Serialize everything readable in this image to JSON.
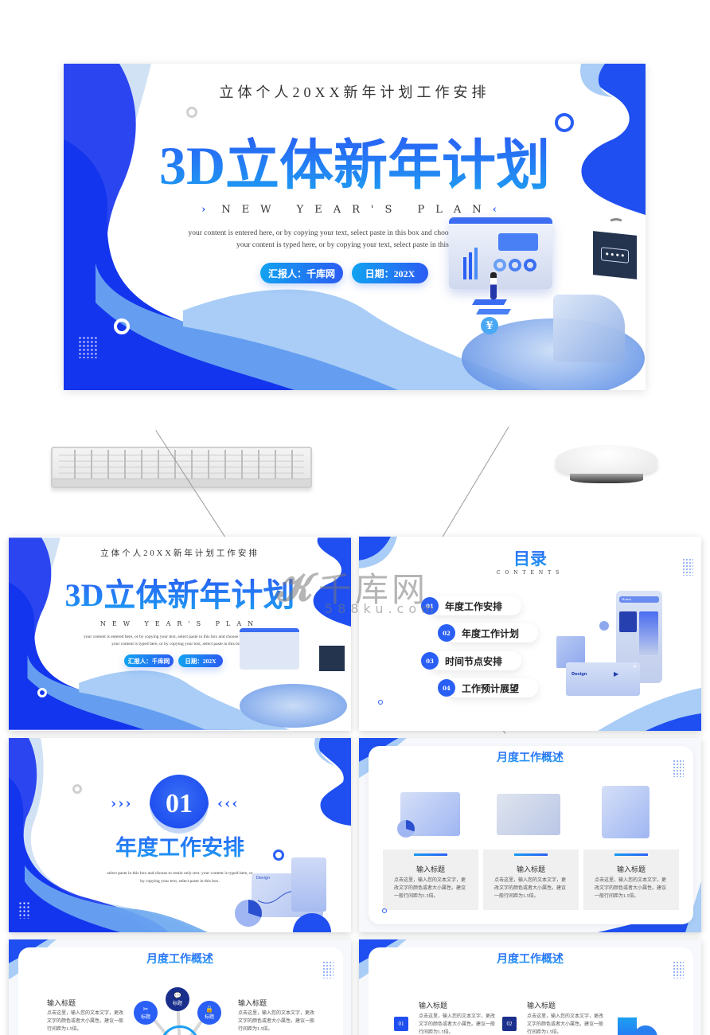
{
  "main_slide": {
    "subtitle": "立体个人20XX新年计划工作安排",
    "title": "3D立体新年计划",
    "english_title": "NEW YEAR'S PLAN",
    "body": "your content is entered here, or by copying your text, select paste in this box and choose to retain only text. your content is typed here, or by copying your text, select paste in this box.",
    "reporter_pill": "汇报人：千库网",
    "date_pill": "日期：202X",
    "illustration": {
      "yen_symbol": "¥",
      "chat_dots": "••••"
    }
  },
  "thumbnails": {
    "cover": {
      "subtitle": "立体个人20XX新年计划工作安排",
      "title": "3D立体新年计划",
      "english_title": "NEW YEAR'S PLAN",
      "body": "your content is entered here, or by copying your text, select paste in this box and choose to retain only text. your content is typed here, or by copying your text, select paste in this box.",
      "reporter_pill": "汇报人：千库网",
      "date_pill": "日期：202X"
    },
    "contents": {
      "title": "目录",
      "subtitle": "CONTENTS",
      "items": [
        {
          "num": "01",
          "label": "年度工作安排"
        },
        {
          "num": "02",
          "label": "年度工作计划"
        },
        {
          "num": "03",
          "label": "时间节点安排"
        },
        {
          "num": "04",
          "label": "工作预计展望"
        }
      ],
      "design_label": "Design",
      "home_label": "Home"
    },
    "section": {
      "number": "01",
      "title": "年度工作安排",
      "arrows_left": "›››",
      "arrows_right": "‹‹‹",
      "body": "select paste in this box and choose to retain only text. your content is typed here, or by copying your text, select paste in this box.",
      "design_label": "Design"
    },
    "overview_cards": {
      "title": "月度工作概述",
      "cards": [
        {
          "heading": "输入标题",
          "text": "点击这里，输入您的文本文字，更改文字的颜色或者大小属性。建议一般行间距为1.5倍。"
        },
        {
          "heading": "输入标题",
          "text": "点击这里，输入您的文本文字，更改文字的颜色或者大小属性。建议一般行间距为1.5倍。"
        },
        {
          "heading": "输入标题",
          "text": "点击这里，输入您的文本文字，更改文字的颜色或者大小属性。建议一般行间距为1.5倍。"
        }
      ]
    },
    "overview_fan": {
      "title": "月度工作概述",
      "left": {
        "heading": "输入标题",
        "text": "点击这里，输入您的文本文字，更改文字的颜色或者大小属性。建议一般行间距为1.5倍。"
      },
      "right": {
        "heading": "输入标题",
        "text": "点击这里，输入您的文本文字，更改文字的颜色或者大小属性。建议一般行间距为1.5倍。"
      },
      "nodes": [
        "标题",
        "标题",
        "标题"
      ]
    },
    "overview_list": {
      "title": "月度工作概述",
      "items": [
        {
          "num": "01",
          "heading": "输入标题",
          "text": "点击这里，输入您的文本文字，更改文字的颜色或者大小属性。建议一般行间距为1.5倍。"
        },
        {
          "num": "02",
          "heading": "输入标题",
          "text": "点击这里，输入您的文本文字，更改文字的颜色或者大小属性。建议一般行间距为1.5倍。"
        }
      ]
    }
  },
  "watermark": {
    "brand": "千库网",
    "url": "588ku.com"
  },
  "colors": {
    "primary": "#1f4ff0",
    "deep": "#1236ee",
    "light": "#a9cdf6",
    "pale": "#d2e2f5",
    "cyan": "#1da0f2",
    "navy": "#1a2f8c"
  }
}
